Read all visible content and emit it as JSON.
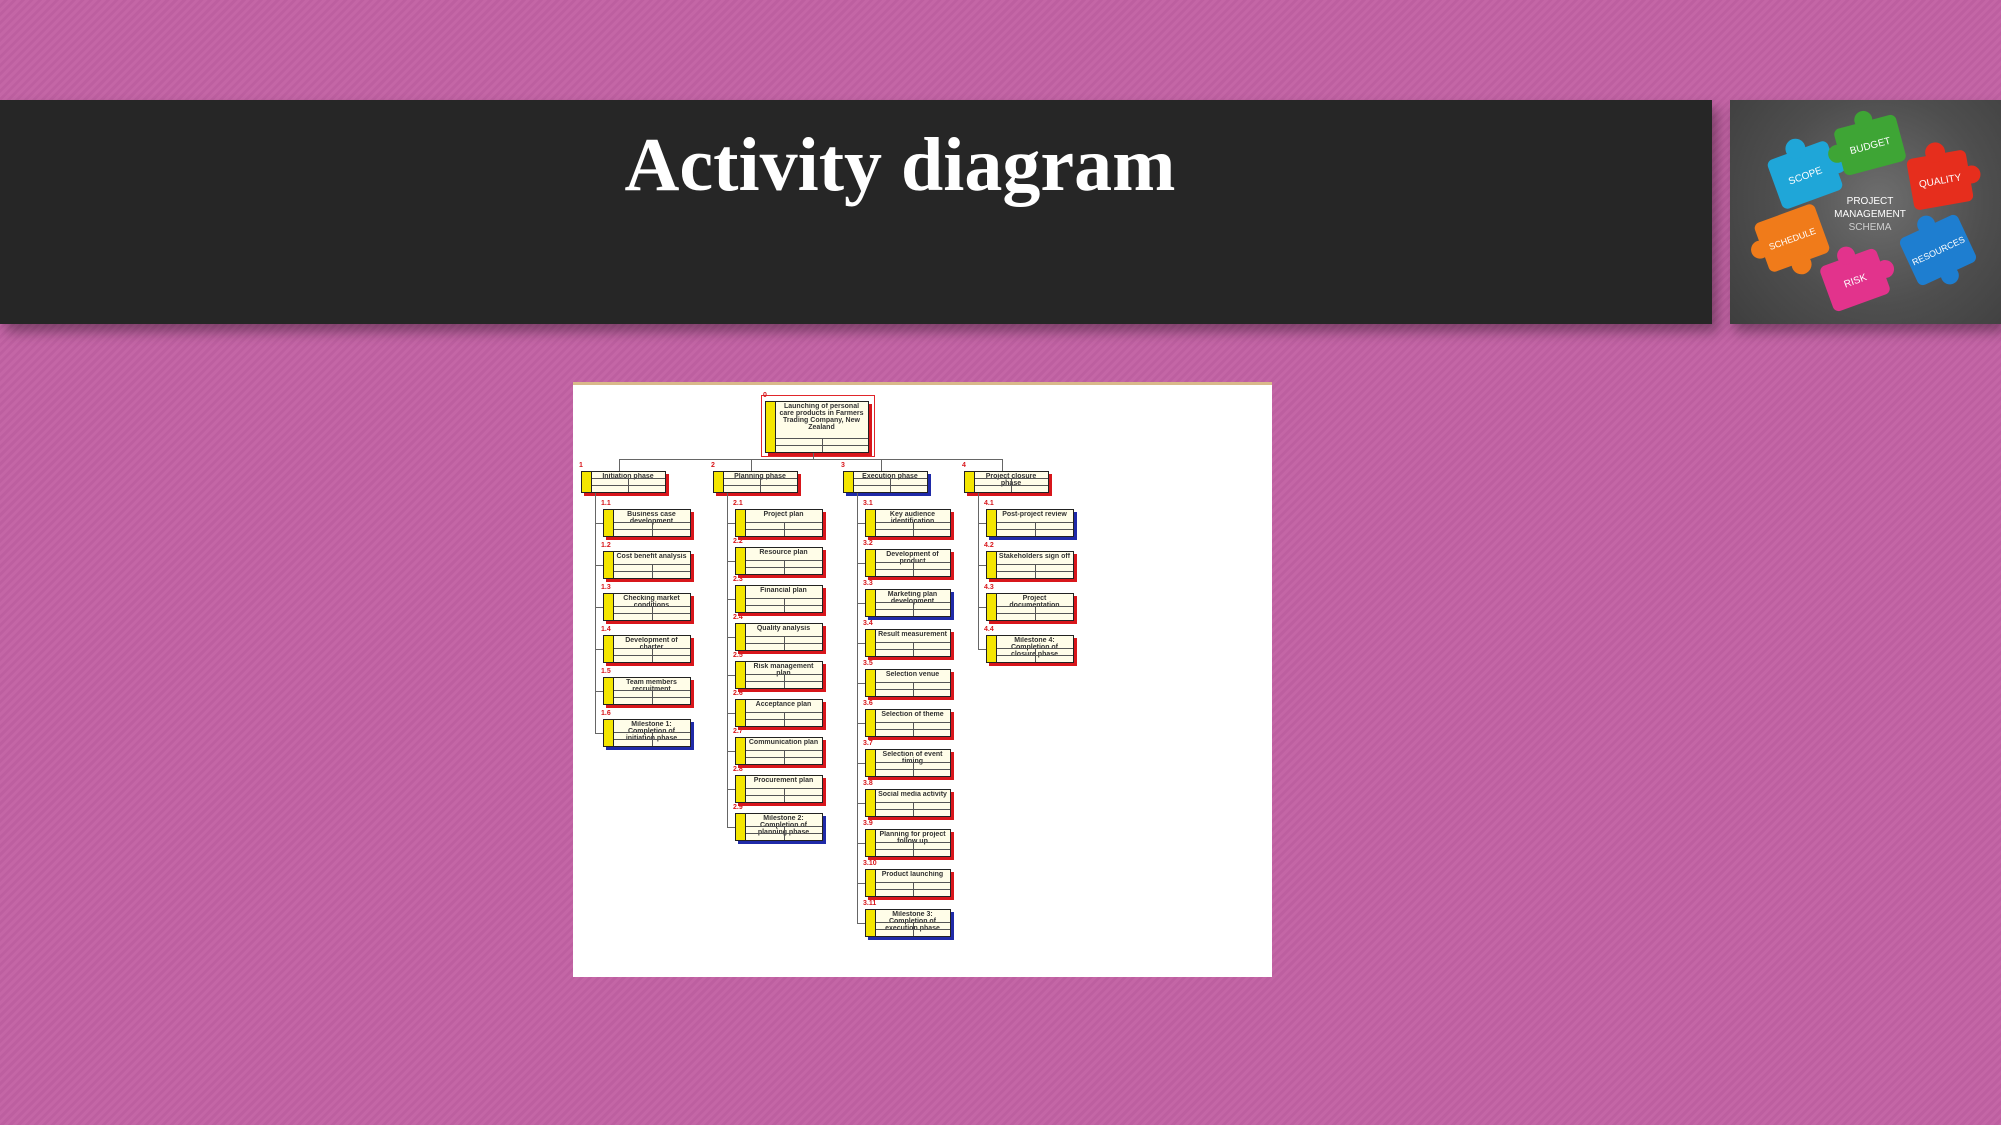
{
  "slide": {
    "title": "Activity diagram"
  },
  "logo": {
    "center_lines": [
      "PROJECT",
      "MANAGEMENT",
      "SCHEMA"
    ],
    "pieces": [
      "SCOPE",
      "BUDGET",
      "QUALITY",
      "SCHEDULE",
      "RESOURCES",
      "RISK"
    ]
  },
  "diagram": {
    "root": {
      "id": "0",
      "label": "Launching of personal care products in Farmers Trading Company, New Zealand"
    },
    "phases": [
      {
        "id": "1",
        "label": "Initiation phase",
        "shadow": "red",
        "tasks": [
          {
            "id": "1.1",
            "label": "Business case development",
            "shadow": "red"
          },
          {
            "id": "1.2",
            "label": "Cost benefit analysis",
            "shadow": "red"
          },
          {
            "id": "1.3",
            "label": "Checking market conditions",
            "shadow": "red"
          },
          {
            "id": "1.4",
            "label": "Development of charter",
            "shadow": "red"
          },
          {
            "id": "1.5",
            "label": "Team members recruitment",
            "shadow": "red"
          },
          {
            "id": "1.6",
            "label": "Milestone 1: Completion of initiation phase",
            "shadow": "blue"
          }
        ]
      },
      {
        "id": "2",
        "label": "Planning phase",
        "shadow": "red",
        "tasks": [
          {
            "id": "2.1",
            "label": "Project plan",
            "shadow": "red"
          },
          {
            "id": "2.2",
            "label": "Resource plan",
            "shadow": "red"
          },
          {
            "id": "2.3",
            "label": "Financial plan",
            "shadow": "red"
          },
          {
            "id": "2.4",
            "label": "Quality analysis",
            "shadow": "red"
          },
          {
            "id": "2.5",
            "label": "Risk management plan",
            "shadow": "red"
          },
          {
            "id": "2.6",
            "label": "Acceptance plan",
            "shadow": "red"
          },
          {
            "id": "2.7",
            "label": "Communication plan",
            "shadow": "red"
          },
          {
            "id": "2.8",
            "label": "Procurement plan",
            "shadow": "red"
          },
          {
            "id": "2.9",
            "label": "Milestone 2: Completion of planning phase",
            "shadow": "blue"
          }
        ]
      },
      {
        "id": "3",
        "label": "Execution phase",
        "shadow": "blue",
        "tasks": [
          {
            "id": "3.1",
            "label": "Key audience identification",
            "shadow": "red"
          },
          {
            "id": "3.2",
            "label": "Development of product",
            "shadow": "red"
          },
          {
            "id": "3.3",
            "label": "Marketing plan development",
            "shadow": "blue"
          },
          {
            "id": "3.4",
            "label": "Result measurement",
            "shadow": "red"
          },
          {
            "id": "3.5",
            "label": "Selection venue",
            "shadow": "red"
          },
          {
            "id": "3.6",
            "label": "Selection of theme",
            "shadow": "red"
          },
          {
            "id": "3.7",
            "label": "Selection of event timing",
            "shadow": "red"
          },
          {
            "id": "3.8",
            "label": "Social media activity",
            "shadow": "red"
          },
          {
            "id": "3.9",
            "label": "Planning for project follow up",
            "shadow": "red"
          },
          {
            "id": "3.10",
            "label": "Product launching",
            "shadow": "red"
          },
          {
            "id": "3.11",
            "label": "Milestone 3: Completion of execution phase",
            "shadow": "blue"
          }
        ]
      },
      {
        "id": "4",
        "label": "Project closure phase",
        "shadow": "red",
        "tasks": [
          {
            "id": "4.1",
            "label": "Post-project review",
            "shadow": "blue"
          },
          {
            "id": "4.2",
            "label": "Stakeholders sign off",
            "shadow": "red"
          },
          {
            "id": "4.3",
            "label": "Project documentation",
            "shadow": "red"
          },
          {
            "id": "4.4",
            "label": "Milestone 4: Completion of closure phase",
            "shadow": "red"
          }
        ]
      }
    ]
  },
  "colors": {
    "background": "#c466a6",
    "title_bar": "#262626",
    "node_stripe": "#f4e600",
    "shadow_red": "#d8161b",
    "shadow_blue": "#1f2aa8"
  }
}
